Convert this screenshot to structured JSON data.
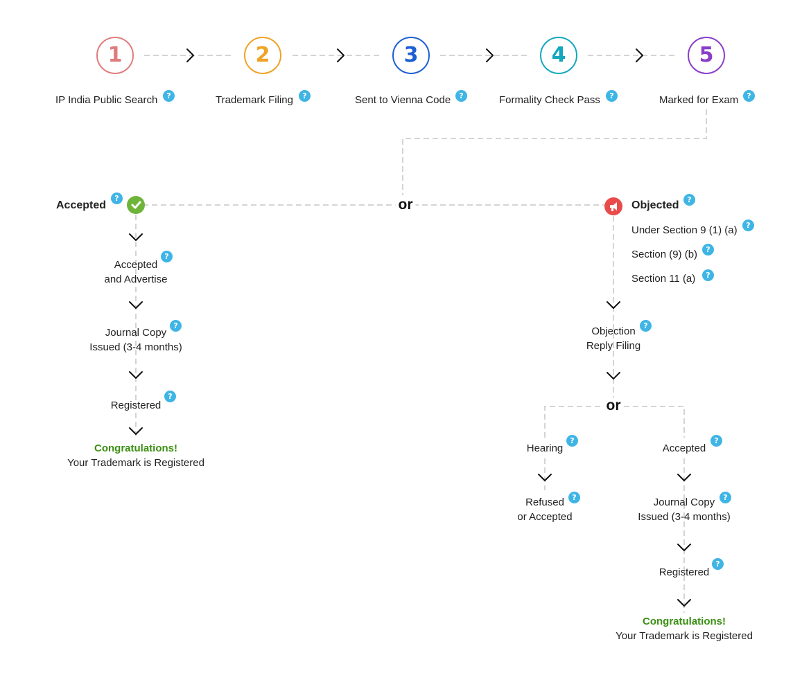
{
  "colors": {
    "step1": "#e07c7c",
    "step2": "#f0a325",
    "step3": "#1c5fd1",
    "step4": "#13a8bd",
    "step5": "#8a3ec8",
    "help": "#3fb5e6",
    "congrats": "#3a8f12",
    "accepted_icon": "#6fb43a",
    "objected_icon": "#e94b4b"
  },
  "steps": [
    {
      "number": "1",
      "label": "IP India Public Search"
    },
    {
      "number": "2",
      "label": "Trademark Filing"
    },
    {
      "number": "3",
      "label": "Sent to Vienna Code"
    },
    {
      "number": "4",
      "label": "Formality Check Pass"
    },
    {
      "number": "5",
      "label": "Marked for Exam"
    }
  ],
  "help_glyph": "?",
  "or_label": "or",
  "accepted_branch": {
    "title": "Accepted",
    "step1_line1": "Accepted",
    "step1_line2": "and Advertise",
    "step2_line1": "Journal Copy",
    "step2_line2": "Issued (3-4 months)",
    "step3": "Registered",
    "congrats": "Congratulations!",
    "congrats_sub": "Your Trademark is Registered"
  },
  "objected_branch": {
    "title": "Objected",
    "sections": [
      "Under Section 9 (1) (a)",
      "Section (9) (b)",
      "Section 11 (a)"
    ],
    "reply_line1": "Objection",
    "reply_line2": "Reply Filing",
    "hearing": {
      "label": "Hearing",
      "result_line1": "Refused",
      "result_line2": "or Accepted"
    },
    "accepted": {
      "label": "Accepted",
      "journal_line1": "Journal Copy",
      "journal_line2": "Issued (3-4 months)",
      "registered": "Registered",
      "congrats": "Congratulations!",
      "congrats_sub": "Your Trademark is Registered"
    }
  }
}
